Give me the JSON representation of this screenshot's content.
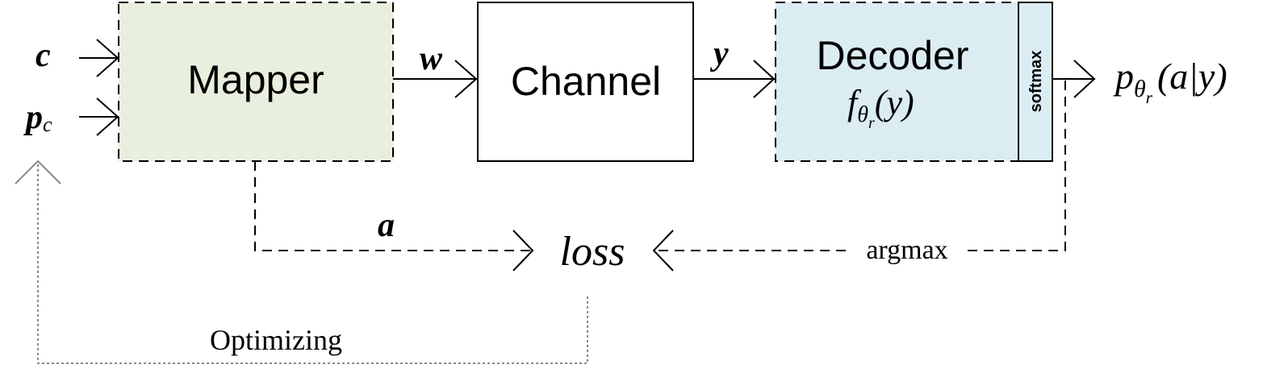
{
  "colors": {
    "mapper_fill": "#e9efde",
    "decoder_fill": "#dbedf3",
    "channel_fill": "#ffffff",
    "stroke": "#000000",
    "dotted_stroke": "#888888"
  },
  "blocks": {
    "mapper": "Mapper",
    "channel": "Channel",
    "decoder": "Decoder",
    "decoder_function": {
      "f": "f",
      "theta": "θ",
      "sub": "r",
      "arg": "(y)"
    },
    "softmax": "softmax"
  },
  "inputs": {
    "c": "c",
    "p": "p",
    "p_sub": "c"
  },
  "signals": {
    "w": "w",
    "y": "y",
    "a": "a"
  },
  "output": {
    "p": "p",
    "theta": "θ",
    "sub": "r",
    "arg": "(a|y)"
  },
  "loss": "loss",
  "argmax": "argmax",
  "optimizing": "Optimizing"
}
